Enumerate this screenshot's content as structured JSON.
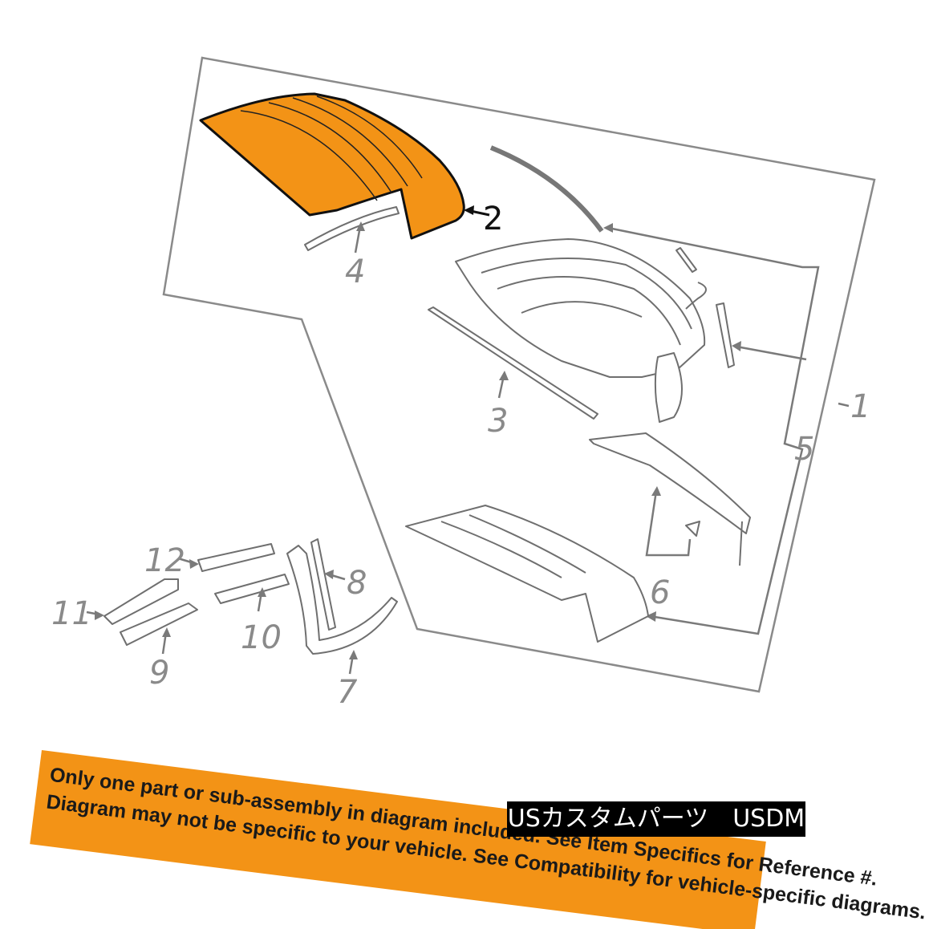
{
  "callouts": {
    "c1": "1",
    "c2": "2",
    "c3": "3",
    "c4": "4",
    "c5": "5",
    "c6": "6",
    "c7": "7",
    "c8": "8",
    "c9": "9",
    "c10": "10",
    "c11": "11",
    "c12": "12"
  },
  "banner": {
    "line1": "Only one part or sub-assembly in diagram included. See Item Specifics for Reference #.",
    "line2": "Diagram may not be specific to your vehicle. See Compatibility for vehicle-specific diagrams."
  },
  "watermark": {
    "text": "USカスタムパーツ　USDM"
  },
  "colors": {
    "highlight_part": "#f39316",
    "banner_background": "#f39316",
    "watermark_background": "#000000",
    "line_art": "#6f6f6f"
  }
}
